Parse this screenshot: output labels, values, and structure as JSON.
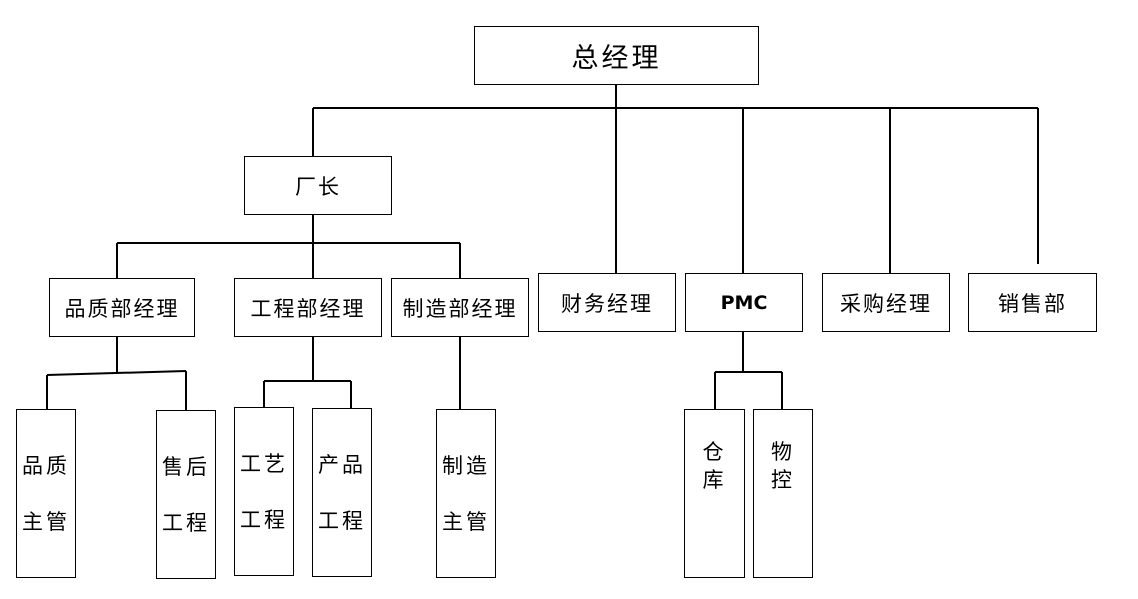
{
  "chart": {
    "root": "总经理",
    "factory_director": "厂长",
    "quality_manager": "品质部经理",
    "engineering_manager": "工程部经理",
    "manufacturing_manager": "制造部经理",
    "finance_manager": "财务经理",
    "pmc": "PMC",
    "purchasing_manager": "采购经理",
    "sales_dept": "销售部",
    "quality_supervisor": [
      "品质",
      "主管"
    ],
    "after_sales_engineering": [
      "售后",
      "工程"
    ],
    "process_engineering": [
      "工艺",
      "工程"
    ],
    "product_engineering": [
      "产品",
      "工程"
    ],
    "manufacturing_supervisor": [
      "制造",
      "主管"
    ],
    "warehouse": [
      "仓",
      "库"
    ],
    "material_control": [
      "物",
      "控"
    ]
  }
}
